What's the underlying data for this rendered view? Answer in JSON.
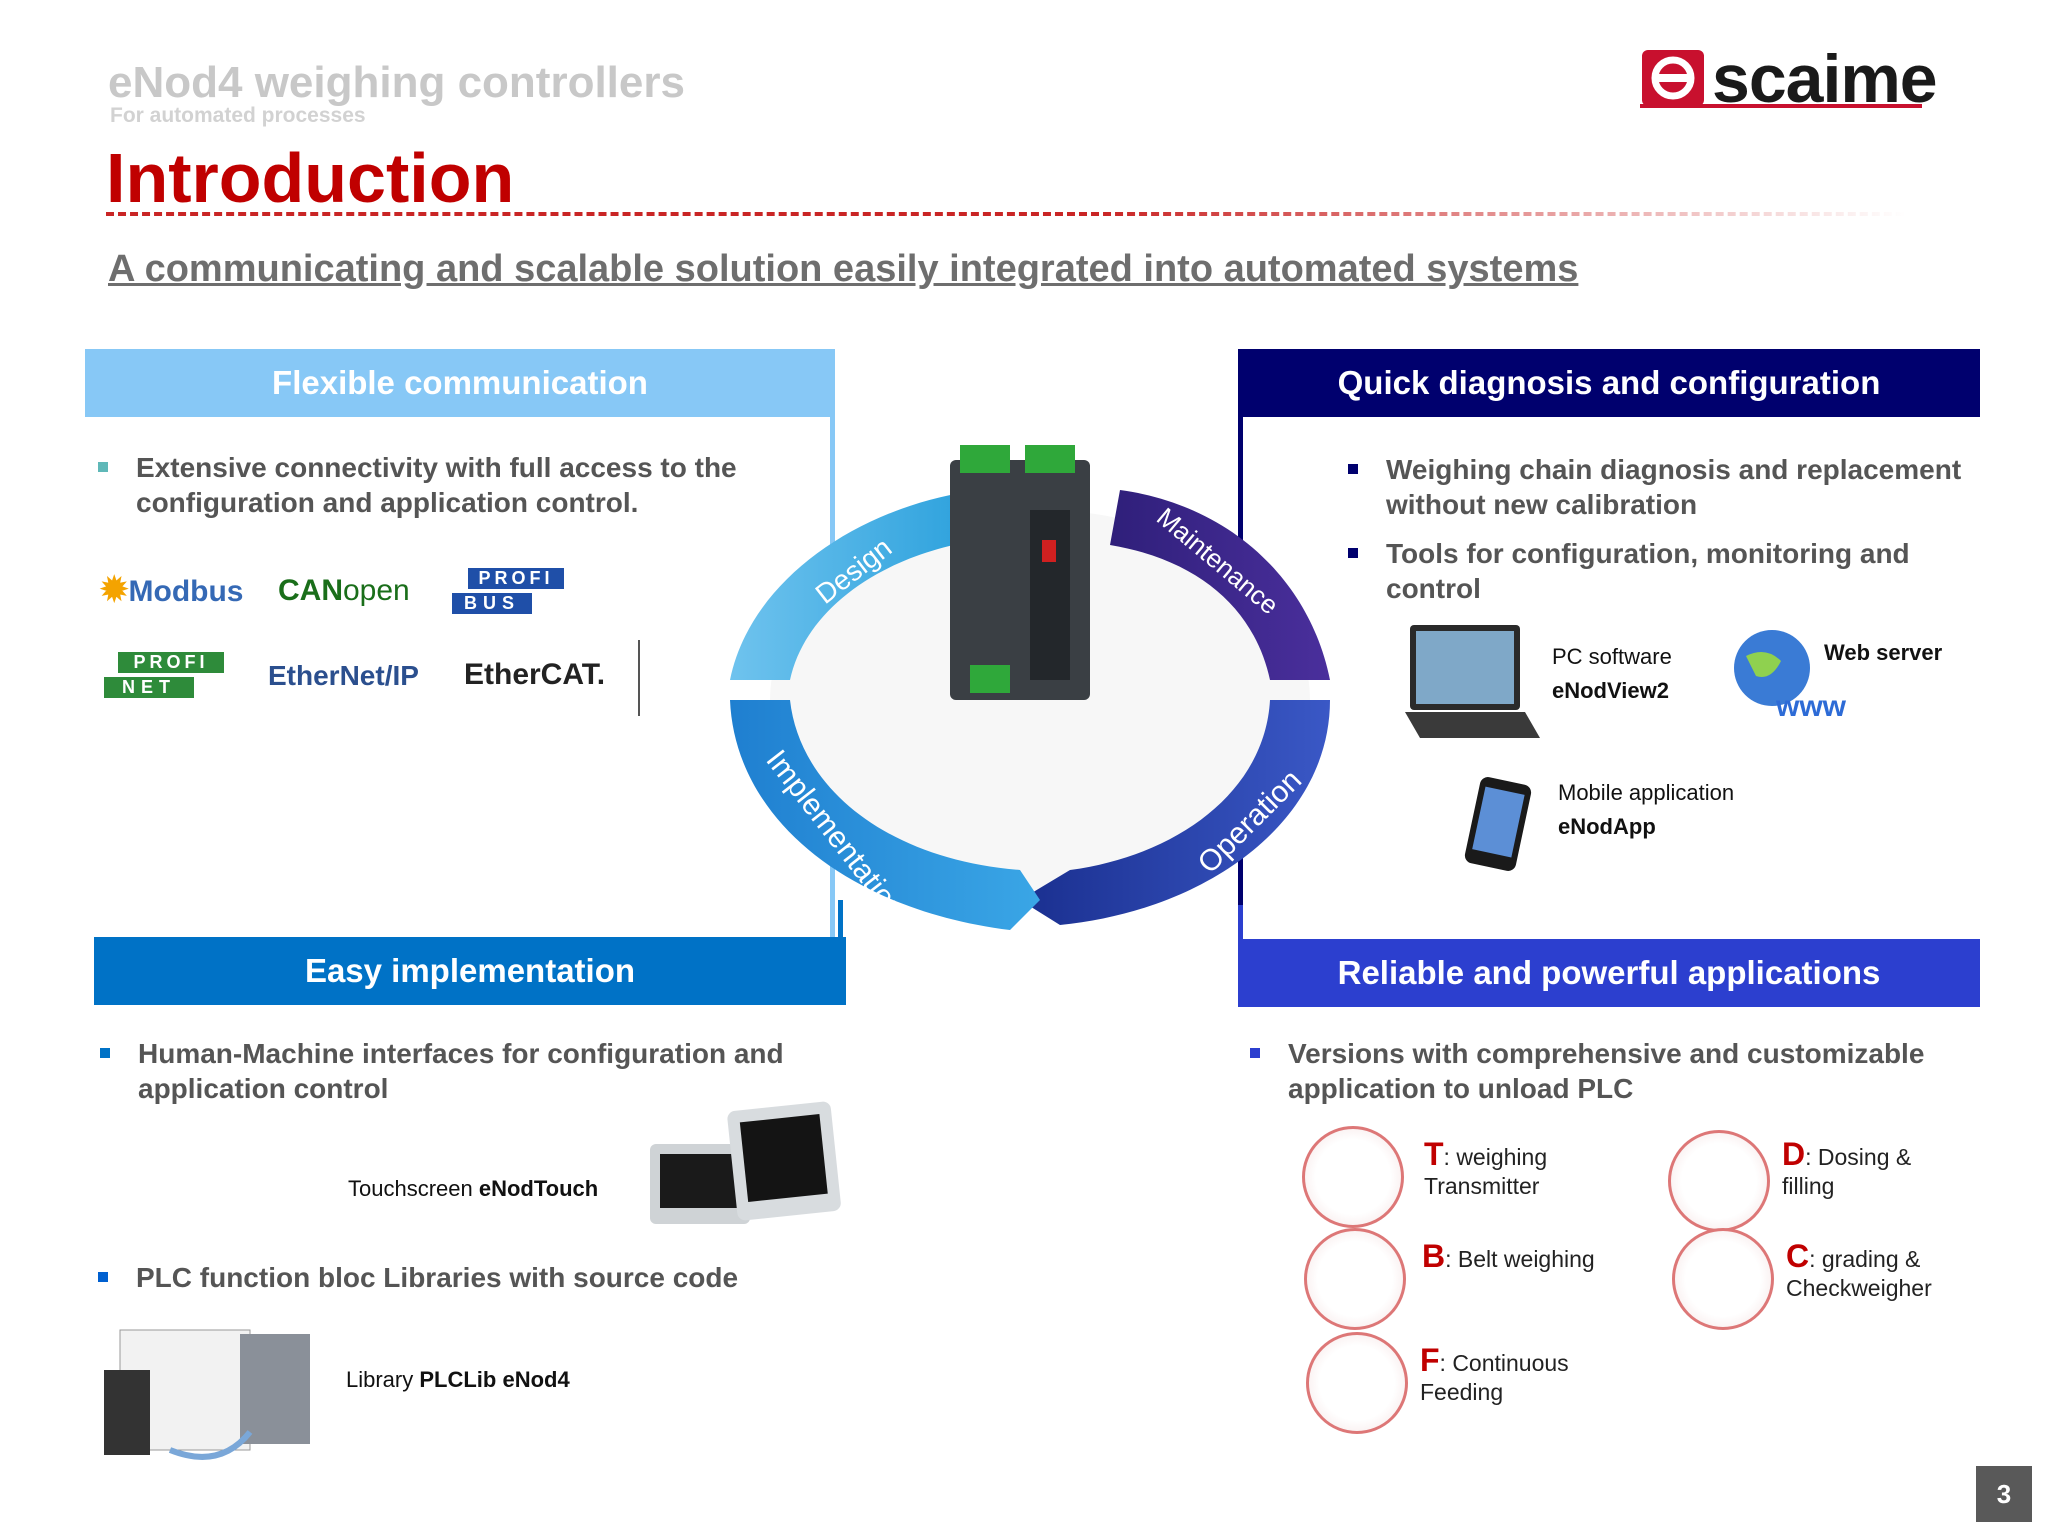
{
  "header": {
    "title": "eNod4 weighing controllers",
    "subtitle": "For automated processes",
    "heading": "Introduction",
    "tagline": "A communicating and scalable solution easily integrated into automated systems",
    "logo_text": "scaime"
  },
  "cycle": {
    "labels": [
      "Design",
      "Maintenance",
      "Operation",
      "Implementation"
    ]
  },
  "flexible": {
    "title": "Flexible communication",
    "bullet": "Extensive connectivity with full access to the configuration and application control.",
    "protocols": {
      "modbus": "Modbus",
      "canopen_can": "CAN",
      "canopen_open": "open",
      "profibus_top": "PROFI",
      "profibus_bottom": "BUS",
      "profinet_top": "PROFI",
      "profinet_bottom": "NET",
      "ethernetip": "EtherNet/IP",
      "ethercat": "EtherCAT."
    }
  },
  "diagnosis": {
    "title": "Quick diagnosis and configuration",
    "bullets": [
      "Weighing chain diagnosis and replacement without new calibration",
      "Tools for configuration, monitoring and control"
    ],
    "pc_label": "PC software",
    "pc_name": "eNodView2",
    "web_label": "Web server",
    "mobile_label": "Mobile application",
    "mobile_name": "eNodApp"
  },
  "implementation": {
    "title": "Easy implementation",
    "bullet1": "Human-Machine interfaces for configuration and application control",
    "touch_label": "Touchscreen ",
    "touch_name": "eNodTouch",
    "bullet2": "PLC function bloc Libraries with source code",
    "lib_label": "Library ",
    "lib_name": "PLCLib eNod4"
  },
  "applications": {
    "title": "Reliable and powerful applications",
    "bullet": "Versions with comprehensive and customizable application to unload PLC",
    "items": [
      {
        "letter": "T",
        "text1": ": weighing",
        "text2": "Transmitter"
      },
      {
        "letter": "D",
        "text1": ": Dosing &",
        "text2": "filling"
      },
      {
        "letter": "B",
        "text1": ": Belt weighing",
        "text2": ""
      },
      {
        "letter": "C",
        "text1": ": grading &",
        "text2": "Checkweigher"
      },
      {
        "letter": "F",
        "text1": ": Continuous",
        "text2": "Feeding"
      }
    ]
  },
  "page_number": "3",
  "colors": {
    "brand_red": "#c00000",
    "light_blue": "#87c8f6",
    "navy": "#00006e",
    "blue": "#0072c6",
    "indigo": "#2c3fcf"
  }
}
